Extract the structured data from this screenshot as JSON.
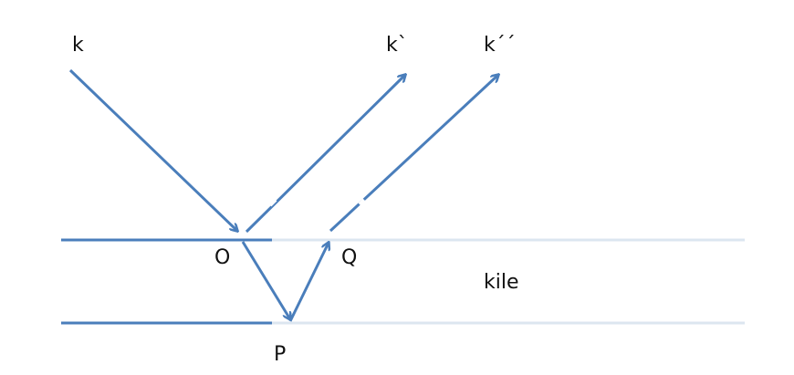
{
  "labels": {
    "k": "k",
    "k_prime": "k`",
    "k_double_prime": "k´´",
    "O": "O",
    "P": "P",
    "Q": "Q",
    "kile": "kile"
  },
  "colors": {
    "ray": "#4a7ebb",
    "surface_solid": "#4a7ebb",
    "surface_faint": "#dce6f0",
    "text": "#111111"
  }
}
